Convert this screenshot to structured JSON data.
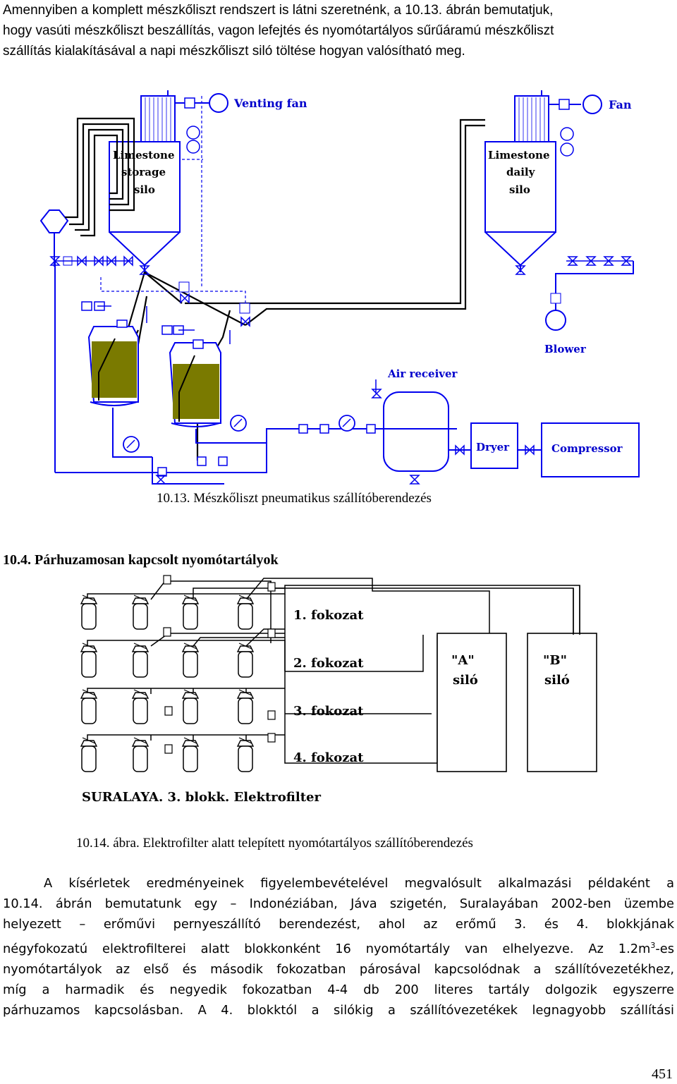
{
  "intro_lines": [
    "Amennyiben a komplett mészkőliszt rendszert is látni szeretnénk, a 10.13. ábrán bemutatjuk,",
    "hogy vasúti mészkőliszt beszállítás, vagon lefejtés és nyomótartályos sűrűáramú mészkőliszt",
    "szállítás kialakításával a napi mészkőliszt siló töltése hogyan valósítható meg."
  ],
  "figure1": {
    "labels": {
      "venting_fan": "Venting fan",
      "fan": "Fan",
      "storage_silo_1": "Limestone",
      "storage_silo_2": "storage",
      "storage_silo_3": "silo",
      "daily_silo_1": "Limestone",
      "daily_silo_2": "daily",
      "daily_silo_3": "silo",
      "blower": "Blower",
      "air_receiver": "Air receiver",
      "dryer": "Dryer",
      "compressor": "Compressor"
    },
    "caption": "10.13. Mészkőliszt pneumatikus szállítóberendezés"
  },
  "section_heading": "10.4. Párhuzamosan kapcsolt nyomótartályok",
  "figure2": {
    "labels": {
      "stage1": "1. fokozat",
      "stage2": "2. fokozat",
      "stage3": "3. fokozat",
      "stage4": "4. fokozat",
      "silo_a_1": "\"A\"",
      "silo_a_2": "siló",
      "silo_b_1": "\"B\"",
      "silo_b_2": "siló",
      "footer": "SURALAYA. 3. blokk. Elektrofilter"
    },
    "caption": "10.14. ábra. Elektrofilter alatt telepített nyomótartályos szállítóberendezés"
  },
  "paragraph": {
    "l1": "A kísérletek eredményeinek figyelembevételével megvalósult alkalmazási példaként a",
    "l2": "10.14. ábrán bemutatunk egy – Indonéziában, Jáva szigetén, Suralayában 2002-ben üzembe",
    "l3": "helyezett – erőművi pernyeszállító berendezést, ahol az erőmű 3. és 4. blokkjának",
    "l4a": "négyfokozatú elektrofilterei alatt blokkonként 16 nyomótartály van elhelyezve. Az 1.2m",
    "l4sup": "3",
    "l4b": "-es",
    "l5": "nyomótartályok az első és második fokozatban párosával kapcsolódnak a szállítóvezetékhez,",
    "l6": "míg a harmadik és negyedik fokozatban 4-4 db 200 literes tartály dolgozik egyszerre",
    "l7": "párhuzamos kapcsolásban. A 4. blokktól a silókig a szállítóvezetékek legnagyobb szállítási"
  },
  "page_number": "451",
  "colors": {
    "pipe_blue": "#0000ee",
    "fill_olive": "#7a7a00",
    "label_blue": "#0000cc"
  }
}
